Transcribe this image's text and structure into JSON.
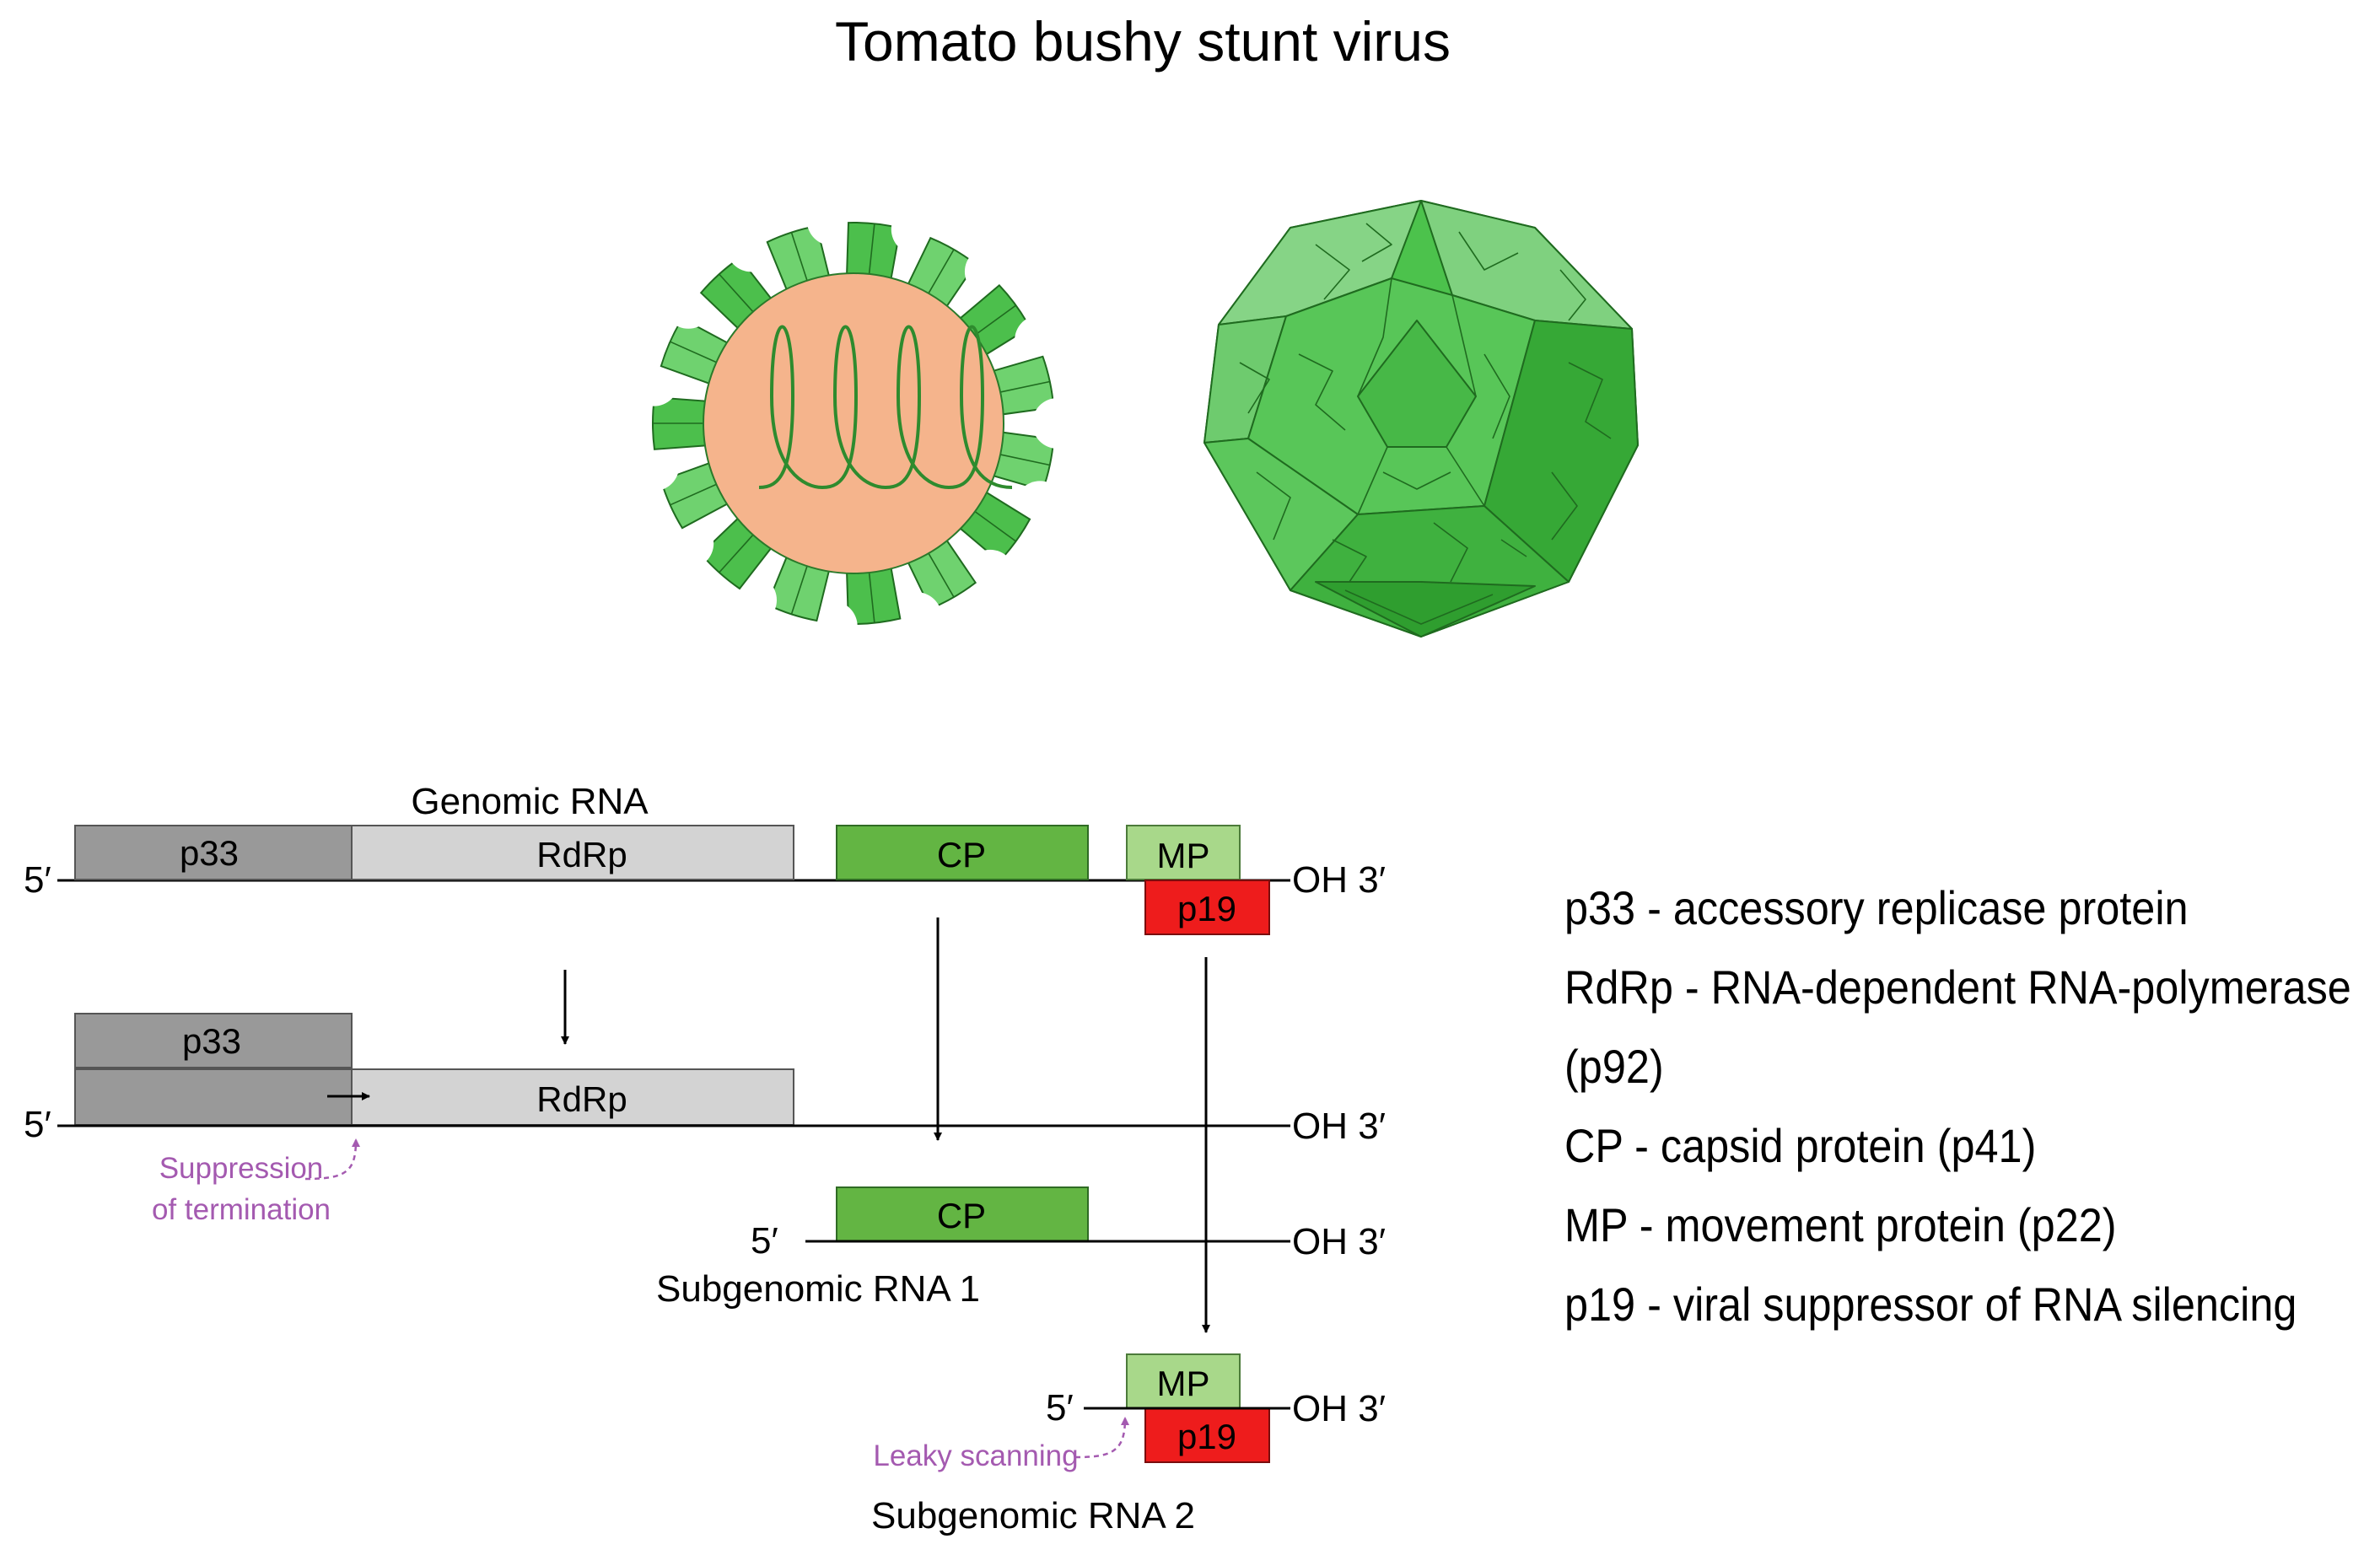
{
  "title": "Tomato bushy stunt virus",
  "colors": {
    "capsid_light": "#6fd26f",
    "capsid": "#4cbf4c",
    "capsid_dark": "#2fa52f",
    "core": "#f5b48c",
    "p33": "#999999",
    "rdrp": "#d3d3d3",
    "cp": "#63b543",
    "mp": "#a8d88a",
    "p19": "#ee1c1c",
    "annotation": "#a45ab0"
  },
  "genomic": {
    "label": "Genomic RNA",
    "five": "5′",
    "three": "OH 3′",
    "genes": [
      "p33",
      "RdRp",
      "CP",
      "MP",
      "p19"
    ]
  },
  "readthrough": {
    "five": "5′",
    "three": "OH 3′",
    "genes": [
      "p33",
      "RdRp"
    ],
    "annotation": [
      "Suppression",
      "of termination"
    ]
  },
  "sg1": {
    "label": "Subgenomic RNA 1",
    "five": "5′",
    "three": "OH 3′",
    "gene": "CP"
  },
  "sg2": {
    "label": "Subgenomic RNA 2",
    "five": "5′",
    "three": "OH 3′",
    "genes": [
      "MP",
      "p19"
    ],
    "annotation": "Leaky scanning"
  },
  "legend": [
    "p33 - accessory replicase protein",
    "RdRp - RNA-dependent RNA-polymerase",
    "(p92)",
    "CP - capsid protein (p41)",
    "MP - movement protein (p22)",
    "p19 - viral suppressor of RNA silencing"
  ]
}
